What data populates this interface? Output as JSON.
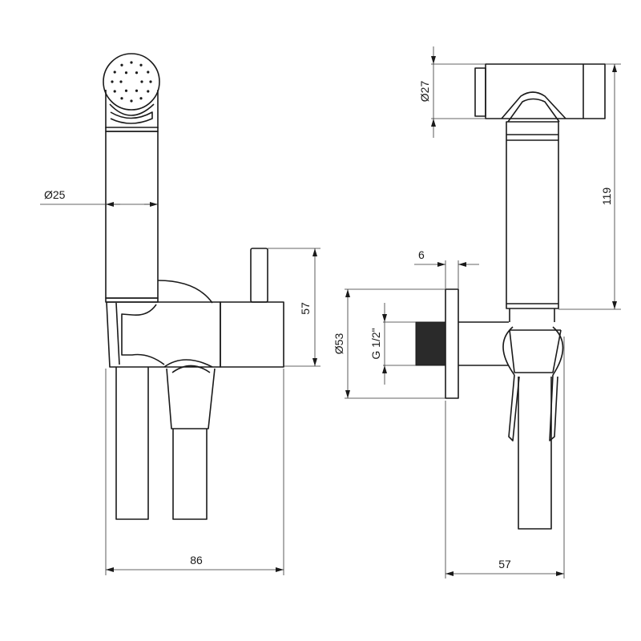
{
  "drawing": {
    "front_view": {
      "dim_handle_diameter": "Ø25",
      "dim_valve_height": "57",
      "dim_total_width": "86"
    },
    "side_view": {
      "dim_head_diameter": "Ø27",
      "dim_handset_length": "119",
      "dim_plate_thickness": "6",
      "dim_plate_diameter": "Ø53",
      "dim_thread": "G 1/2\"",
      "dim_depth": "57"
    },
    "colors": {
      "line": "#1a1a1a",
      "background": "#ffffff"
    }
  }
}
